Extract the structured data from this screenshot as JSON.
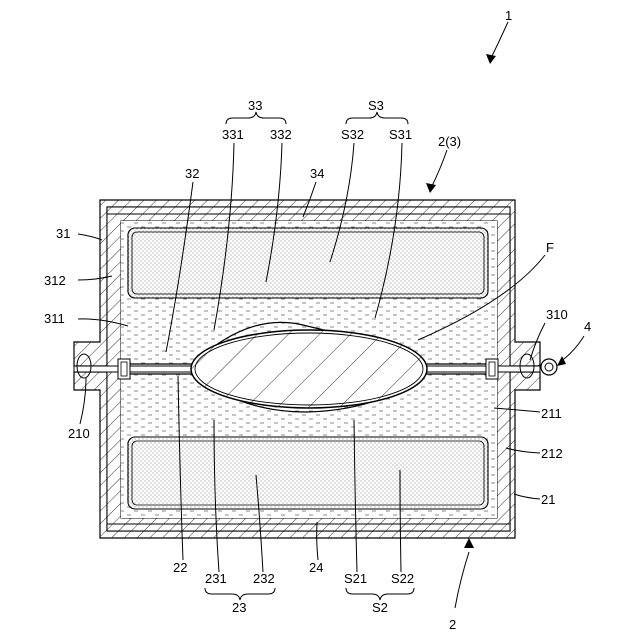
{
  "figure": {
    "ref_1": "1",
    "ref_2_3": "2(3)",
    "ref_33": "33",
    "ref_331": "331",
    "ref_332": "332",
    "ref_S3": "S3",
    "ref_S32": "S32",
    "ref_S31": "S31",
    "ref_32": "32",
    "ref_34": "34",
    "ref_31": "31",
    "ref_312": "312",
    "ref_311": "311",
    "ref_F": "F",
    "ref_310": "310",
    "ref_4": "4",
    "ref_210": "210",
    "ref_211": "211",
    "ref_212": "212",
    "ref_21": "21",
    "ref_22": "22",
    "ref_231": "231",
    "ref_232": "232",
    "ref_24": "24",
    "ref_S21": "S21",
    "ref_S22": "S22",
    "ref_23": "23",
    "ref_S2": "S2",
    "ref_2": "2"
  }
}
